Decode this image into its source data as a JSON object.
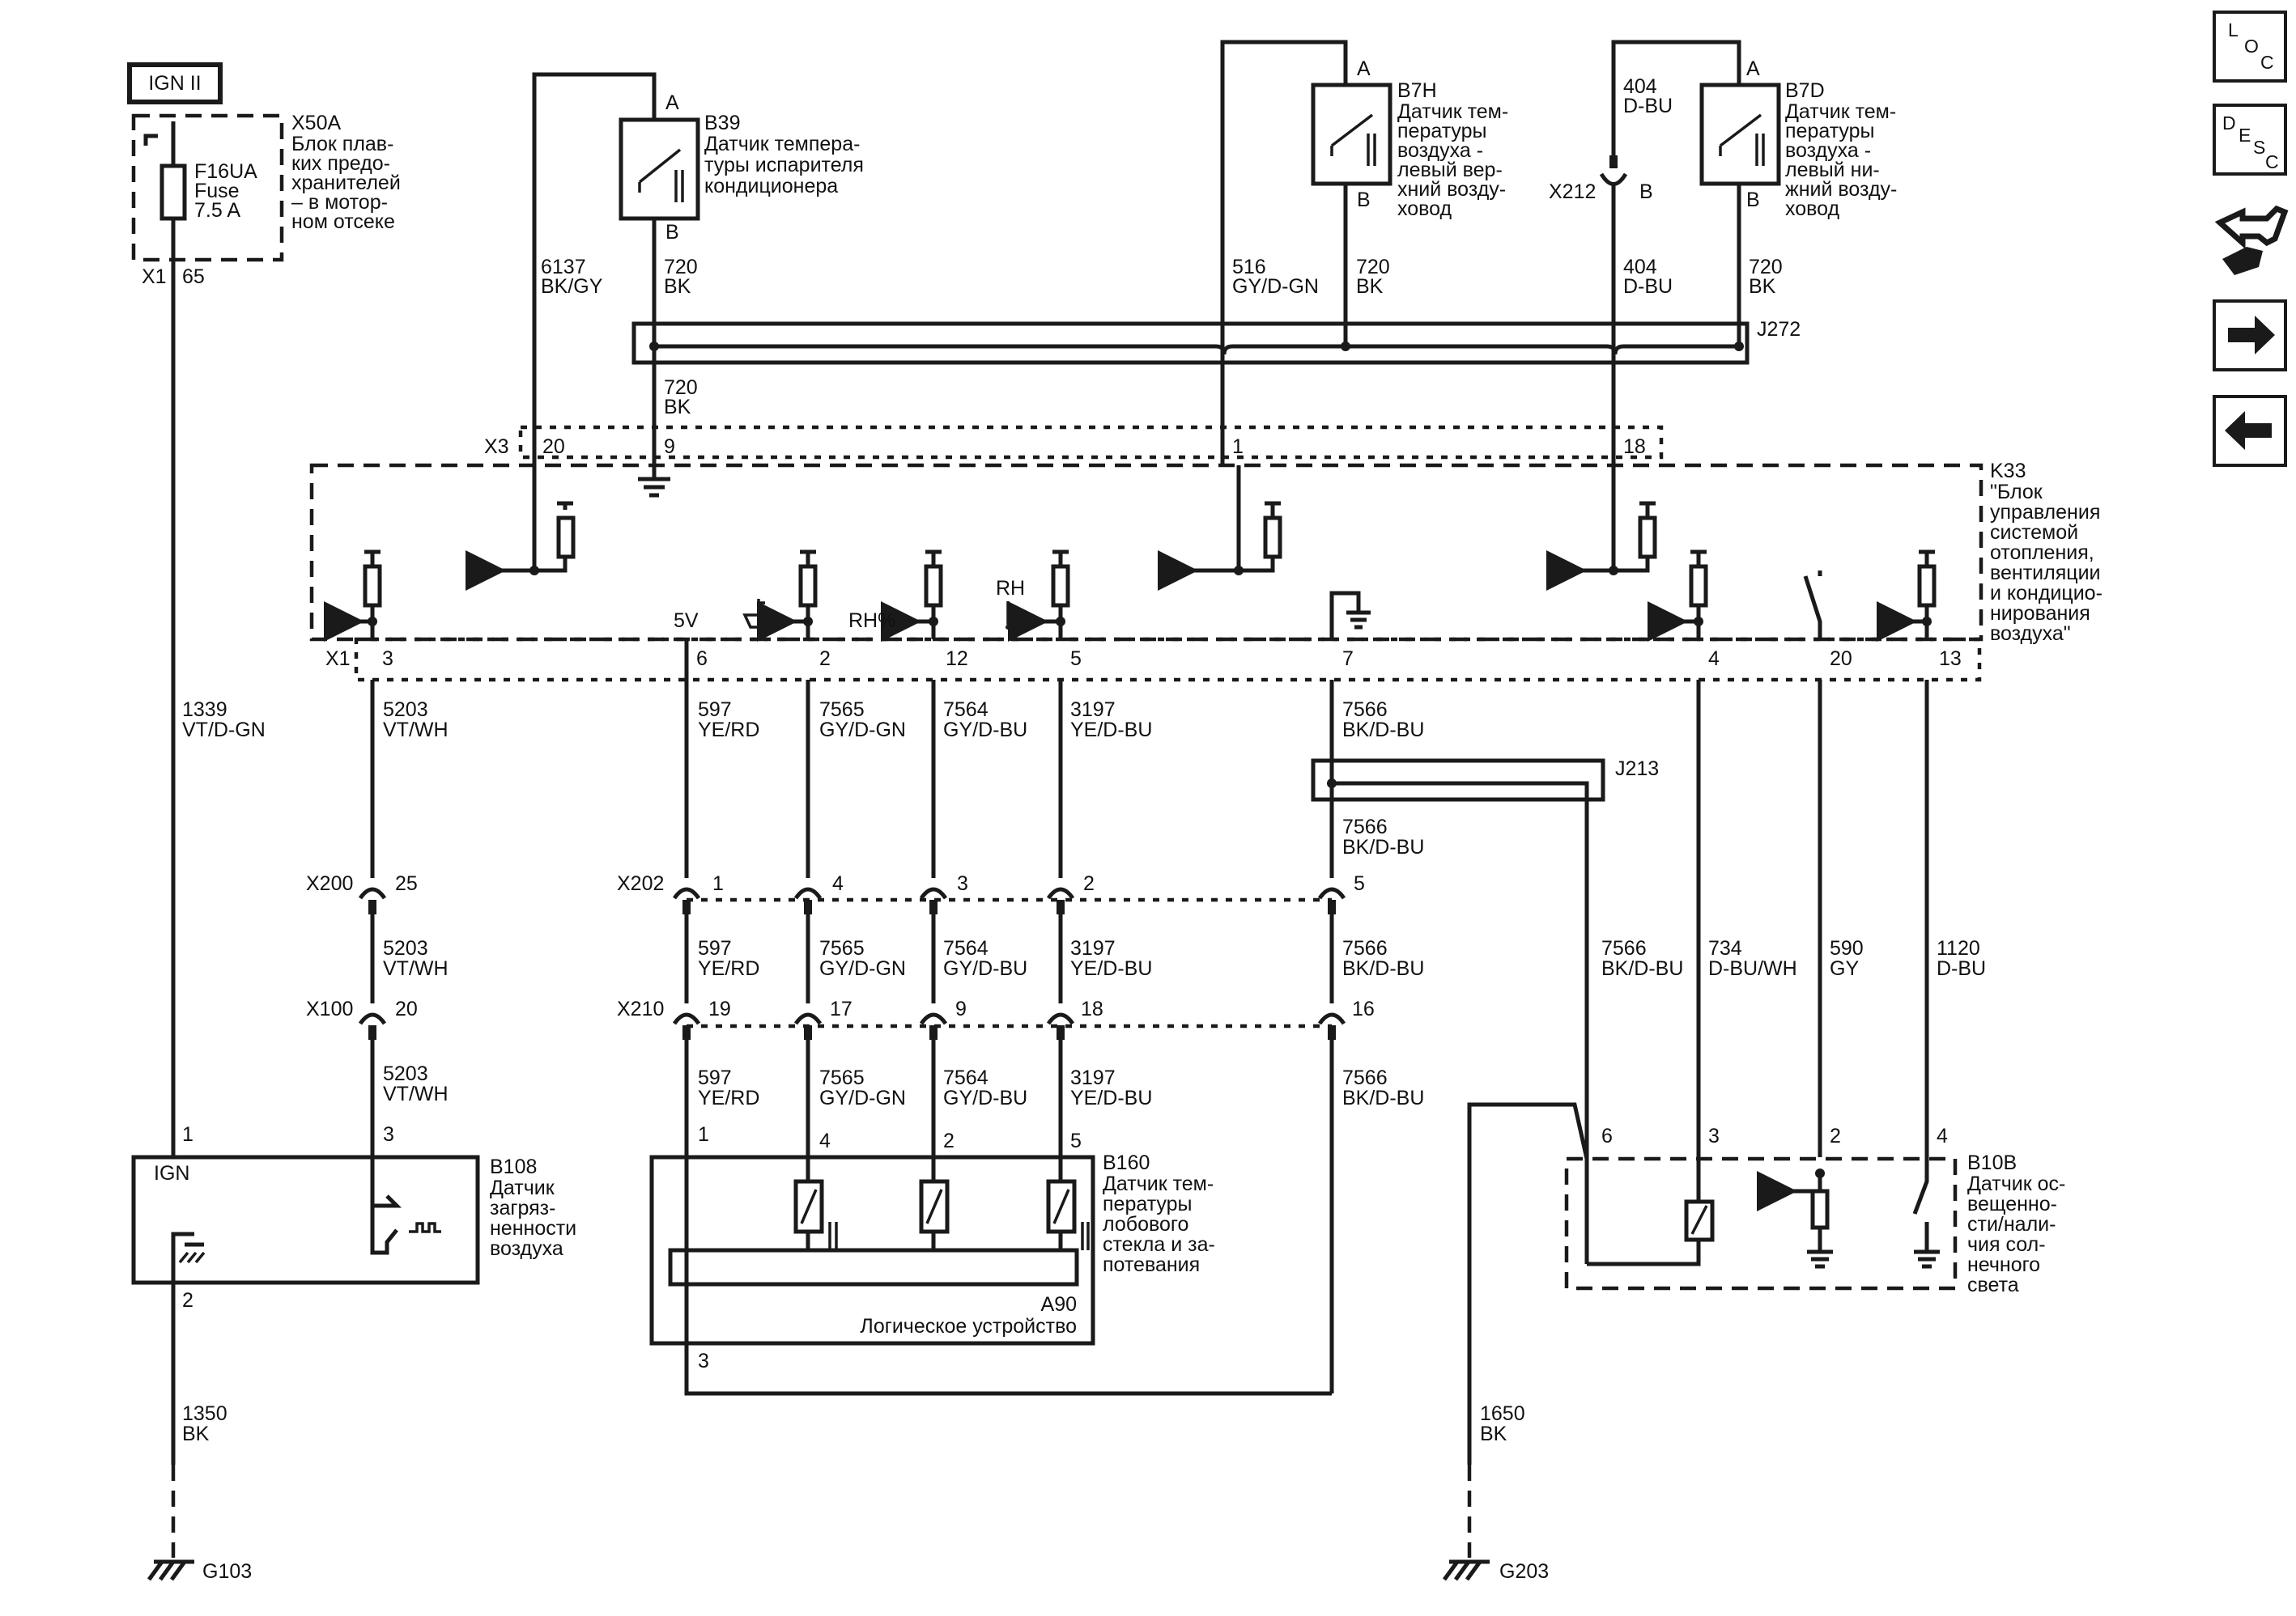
{
  "ign_label": "IGN II",
  "x50a": {
    "ref": "X50A",
    "desc": [
      "Блок плав-",
      "ких предо-",
      "хранителей",
      "– в мотор-",
      "ном отсеке"
    ]
  },
  "fuse": {
    "ref": "F16UA",
    "l1": "Fuse",
    "l2": "7.5 A"
  },
  "x1_top": {
    "conn": "X1",
    "pin": "65"
  },
  "b39": {
    "ref": "B39",
    "desc": [
      "Датчик темпера-",
      "туры испарителя",
      "кондиционера"
    ],
    "pin_a": "A",
    "pin_b": "B"
  },
  "b7h": {
    "ref": "B7H",
    "desc": [
      "Датчик тем-",
      "пературы",
      "воздуха -",
      "левый вер-",
      "хний возду-",
      "ховод"
    ],
    "pin_a": "A",
    "pin_b": "B"
  },
  "b7d": {
    "ref": "B7D",
    "desc": [
      "Датчик тем-",
      "пературы",
      "воздуха -",
      "левый ни-",
      "жний возду-",
      "ховод"
    ],
    "pin_a": "A",
    "pin_b": "B"
  },
  "x212": {
    "ref": "X212",
    "pin": "B"
  },
  "wires": {
    "w6137": [
      "6137",
      "BK/GY"
    ],
    "w720": [
      "720",
      "BK"
    ],
    "w516": [
      "516",
      "GY/D-GN"
    ],
    "w404": [
      "404",
      "D-BU"
    ],
    "w1339": [
      "1339",
      "VT/D-GN"
    ],
    "w5203": [
      "5203",
      "VT/WH"
    ],
    "w597": [
      "597",
      "YE/RD"
    ],
    "w7565": [
      "7565",
      "GY/D-GN"
    ],
    "w7564": [
      "7564",
      "GY/D-BU"
    ],
    "w3197": [
      "3197",
      "YE/D-BU"
    ],
    "w7566": [
      "7566",
      "BK/D-BU"
    ],
    "w734": [
      "734",
      "D-BU/WH"
    ],
    "w590": [
      "590",
      "GY"
    ],
    "w1120": [
      "1120",
      "D-BU"
    ],
    "w1350": [
      "1350",
      "BK"
    ],
    "w1650": [
      "1650",
      "BK"
    ]
  },
  "j272": "J272",
  "j213": "J213",
  "x3": {
    "conn": "X3",
    "pins": [
      "20",
      "9",
      "1",
      "18"
    ]
  },
  "k33": {
    "ref": "K33",
    "desc": [
      "\"Блок",
      "управления",
      "системой",
      "отопления,",
      "вентиляции",
      "и кондицио-",
      "нирования",
      "воздуха\""
    ]
  },
  "x1_k33": {
    "conn": "X1",
    "pins": [
      "3",
      "6",
      "2",
      "12",
      "5",
      "7",
      "4",
      "20",
      "13"
    ]
  },
  "k33_labels": {
    "v5": "5V",
    "rh_pct": "RH%",
    "rh": "RH"
  },
  "x200": {
    "ref": "X200",
    "pin": "25"
  },
  "x100": {
    "ref": "X100",
    "pin": "20"
  },
  "x202": {
    "ref": "X202",
    "pins": [
      "1",
      "4",
      "3",
      "2",
      "5"
    ]
  },
  "x210": {
    "ref": "X210",
    "pins": [
      "19",
      "17",
      "9",
      "18",
      "16"
    ]
  },
  "b108": {
    "ref": "B108",
    "desc": [
      "Датчик",
      "загряз-",
      "ненности",
      "воздуха"
    ],
    "ign": "IGN",
    "pins": [
      "1",
      "3",
      "2"
    ]
  },
  "b160": {
    "ref": "B160",
    "desc": [
      "Датчик тем-",
      "пературы",
      "лобового",
      "стекла и за-",
      "потевания"
    ],
    "pins": [
      "1",
      "4",
      "2",
      "5",
      "3"
    ]
  },
  "a90": {
    "ref": "A90",
    "desc": "Логическое устройство"
  },
  "b10b": {
    "ref": "B10B",
    "desc": [
      "Датчик ос-",
      "вещенно-",
      "сти/нали-",
      "чия сол-",
      "нечного",
      "света"
    ],
    "pins": [
      "6",
      "3",
      "2",
      "4"
    ]
  },
  "g103": "G103",
  "g203": "G203",
  "nav": {
    "loc": [
      "L",
      "O",
      "C"
    ],
    "desc": [
      "D",
      "E",
      "S",
      "C"
    ]
  }
}
